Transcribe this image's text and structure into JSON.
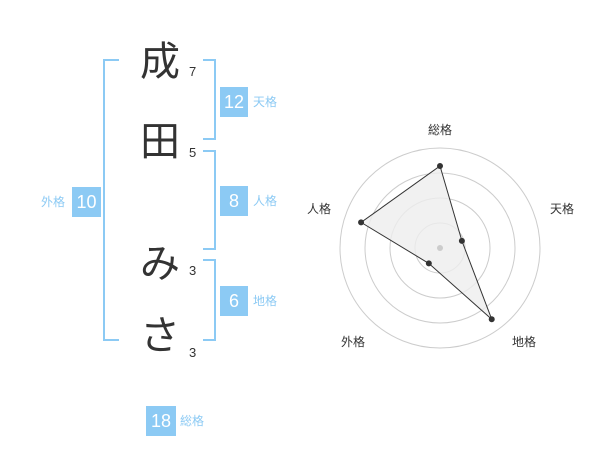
{
  "name": {
    "chars": [
      {
        "char": "成",
        "strokes": "7"
      },
      {
        "char": "田",
        "strokes": "5"
      },
      {
        "char": "み",
        "strokes": "3"
      },
      {
        "char": "さ",
        "strokes": "3"
      }
    ]
  },
  "fortune": {
    "tenkaku": {
      "label": "天格",
      "value": "12"
    },
    "jinkaku": {
      "label": "人格",
      "value": "8"
    },
    "chikaku": {
      "label": "地格",
      "value": "6"
    },
    "gaikaku": {
      "label": "外格",
      "value": "10"
    },
    "soukaku": {
      "label": "総格",
      "value": "18"
    }
  },
  "chart_data": {
    "type": "radar",
    "axes": [
      "総格",
      "天格",
      "地格",
      "外格",
      "人格"
    ],
    "values": [
      0.82,
      0.23,
      0.88,
      0.19,
      0.83
    ],
    "rings": 4,
    "colors": {
      "grid": "#cccccc",
      "fill": "#eeeeee",
      "line": "#333333",
      "point": "#333333",
      "center": "#cccccc"
    }
  },
  "colors": {
    "accent": "#8ccaf4",
    "text": "#333333"
  }
}
